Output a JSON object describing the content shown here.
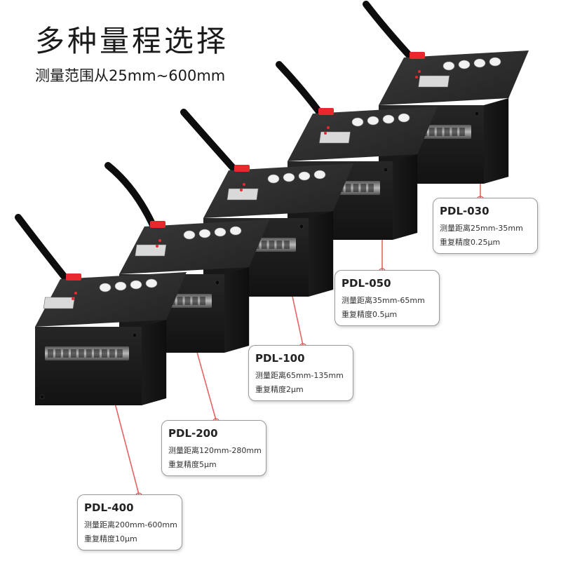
{
  "header": {
    "title": "多种量程选择",
    "subtitle": "测量范围从25mm~600mm"
  },
  "products": [
    {
      "model": "PDL-030",
      "range": "测量距离25mm-35mm",
      "precision": "重复精度0.25μm"
    },
    {
      "model": "PDL-050",
      "range": "测量距离35mm-65mm",
      "precision": "重复精度0.5μm"
    },
    {
      "model": "PDL-100",
      "range": "测量距离65mm-135mm",
      "precision": "重复精度2μm"
    },
    {
      "model": "PDL-200",
      "range": "测量距离120mm-280mm",
      "precision": "重复精度5μm"
    },
    {
      "model": "PDL-400",
      "range": "测量距离200mm-600mm",
      "precision": "重复精度10μm"
    }
  ],
  "colors": {
    "sensor_body": "#1f1f1f",
    "sensor_top": "#2c2c2c",
    "cable": "#0d0d0d",
    "cable_collar": "#e8282d",
    "laser_beam": "#e04848",
    "card_border": "#9a9a9a"
  }
}
